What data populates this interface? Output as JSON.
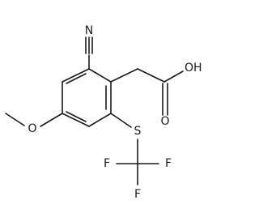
{
  "molecule": {
    "atoms": {
      "nitrile_n": "N",
      "acid_oh": "OH",
      "acid_o": "O",
      "methoxy_o": "O",
      "thio_s": "S",
      "f1": "F",
      "f2": "F",
      "f3": "F"
    }
  }
}
